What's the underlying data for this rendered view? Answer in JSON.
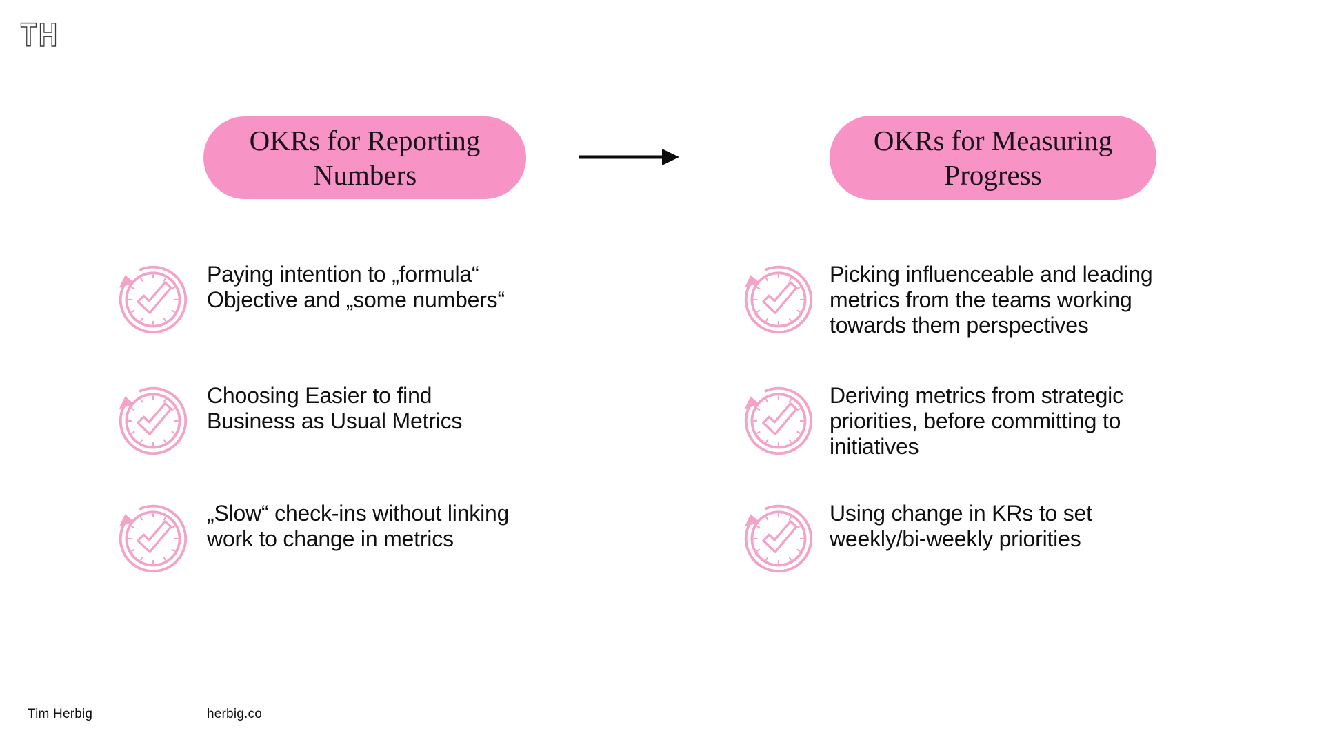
{
  "slide": {
    "logo_text": "TH",
    "left_pill": [
      "OKRs for Reporting",
      "Numbers"
    ],
    "right_pill": [
      "OKRs for Measuring",
      "Progress"
    ],
    "arrow_icon": "right-arrow-icon",
    "columns": {
      "left": {
        "items": [
          {
            "icon": "clock-check-icon",
            "lines": [
              "Paying intention to „formula“",
              "Objective and „some numbers“"
            ]
          },
          {
            "icon": "clock-check-icon",
            "lines": [
              "Choosing Easier to find",
              "Business as Usual Metrics"
            ]
          },
          {
            "icon": "clock-check-icon",
            "lines": [
              "„Slow“ check-ins without linking",
              "work to change in metrics"
            ]
          }
        ]
      },
      "right": {
        "items": [
          {
            "icon": "clock-check-icon",
            "lines": [
              "Picking influenceable and leading",
              "metrics from the teams working",
              "towards them perspectives"
            ]
          },
          {
            "icon": "clock-check-icon",
            "lines": [
              "Deriving metrics from strategic",
              "priorities, before committing to",
              "initiatives"
            ]
          },
          {
            "icon": "clock-check-icon",
            "lines": [
              "Using change in KRs to set",
              "weekly/bi-weekly priorities"
            ]
          }
        ]
      }
    },
    "footer": {
      "author": "Tim Herbig",
      "website": "herbig.co"
    },
    "colors": {
      "pill_pink": "#F893C6",
      "icon_pink": "#F3A3C8",
      "ink": "#101010"
    }
  }
}
